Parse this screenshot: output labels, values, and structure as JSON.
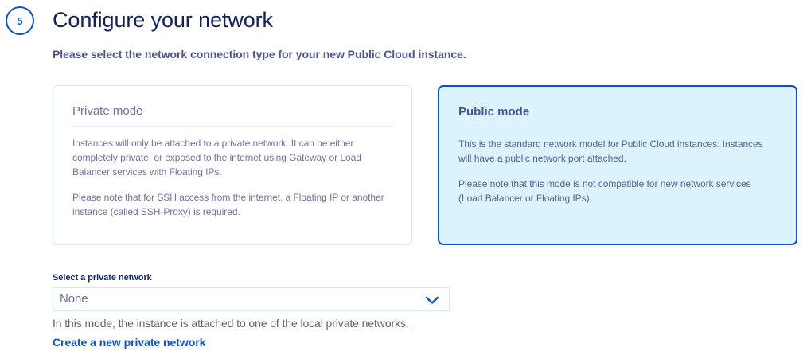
{
  "header": {
    "step_number": "5",
    "title": "Configure your network",
    "subtitle": "Please select the network connection type for your new Public Cloud instance."
  },
  "cards": [
    {
      "id": "private-mode",
      "title": "Private mode",
      "selected": false,
      "paragraphs": [
        "Instances will only be attached to a private network. It can be either completely private, or exposed to the internet using Gateway or Load Balancer services with Floating IPs.",
        "Please note that for SSH access from the internet, a Floating IP or another instance (called SSH-Proxy) is required."
      ]
    },
    {
      "id": "public-mode",
      "title": "Public mode",
      "selected": true,
      "paragraphs": [
        "This is the standard network model for Public Cloud instances. Instances will have a public network port attached.",
        "Please note that this mode is not compatible for new network services (Load Balancer or Floating IPs)."
      ]
    }
  ],
  "network_select": {
    "label": "Select a private network",
    "value": "None",
    "placeholder": "None",
    "options": [
      "None"
    ],
    "chevron_icon": "chevron-down-icon",
    "helper_text": "In this mode, the instance is attached to one of the local private networks.",
    "create_link": "Create a new private network"
  },
  "colors": {
    "accent_blue": "#0a50d4",
    "title_navy": "#11225c",
    "subtitle_indigo": "#4b5394",
    "body_indigo": "#6e72a0",
    "card_border_light": "#c7ecf7",
    "card_selected_bg": "#daf3fd",
    "helper_gray": "#5c6370"
  }
}
